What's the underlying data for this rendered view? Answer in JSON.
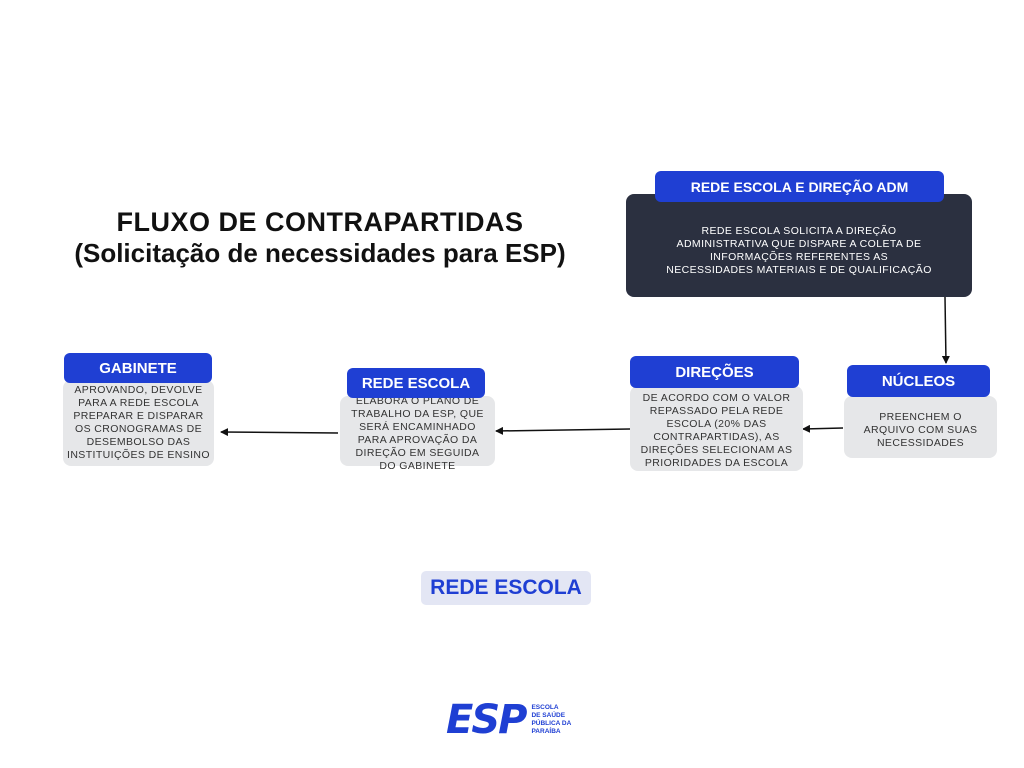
{
  "title": {
    "line1": "FLUXO DE CONTRAPARTIDAS",
    "line2": "(Solicitação de necessidades para ESP)"
  },
  "steps": {
    "rede_escola_direcao_adm": {
      "label": "REDE ESCOLA E DIREÇÃO ADM",
      "text": "REDE ESCOLA SOLICITA A DIREÇÃO ADMINISTRATIVA QUE DISPARE A COLETA DE INFORMAÇÕES REFERENTES AS NECESSIDADES MATERIAIS E DE QUALIFICAÇÃO"
    },
    "nucleos": {
      "label": "NÚCLEOS",
      "text": "PREENCHEM O ARQUIVO COM SUAS NECESSIDADES"
    },
    "direcoes": {
      "label": "DIREÇÕES",
      "text": "DE ACORDO COM O VALOR REPASSADO PELA REDE ESCOLA (20% DAS CONTRAPARTIDAS), AS DIREÇÕES SELECIONAM AS PRIORIDADES DA ESCOLA"
    },
    "rede_escola": {
      "label": "REDE ESCOLA",
      "text": "ELABORA O PLANO DE TRABALHO DA ESP, QUE SERÁ ENCAMINHADO PARA APROVAÇÃO DA DIREÇÃO EM SEGUIDA DO GABINETE"
    },
    "gabinete": {
      "label": "GABINETE",
      "text": "APROVANDO, DEVOLVE PARA A REDE ESCOLA PREPARAR E DISPARAR OS CRONOGRAMAS DE DESEMBOLSO DAS INSTITUIÇÕES DE ENSINO"
    }
  },
  "footer_label": "REDE ESCOLA",
  "logo": {
    "mark": "ESP",
    "line1": "ESCOLA",
    "line2": "DE SAÚDE",
    "line3": "PÚBLICA DA",
    "line4": "PARAÍBA"
  },
  "colors": {
    "accent": "#1f3fd3",
    "dark_box": "#2b3040",
    "light_box": "#e6e7e9"
  }
}
